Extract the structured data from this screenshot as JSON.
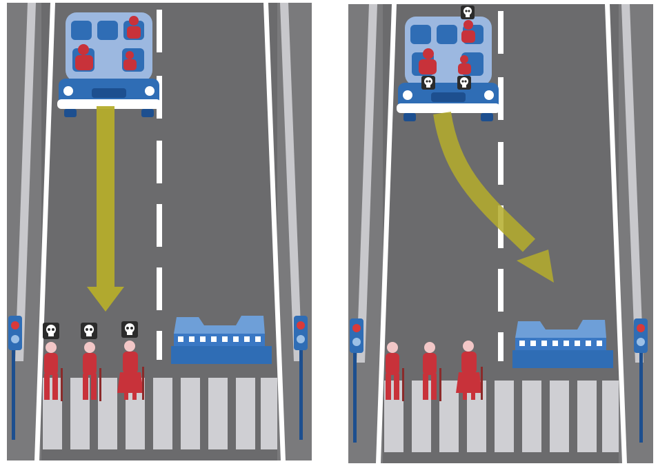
{
  "colors": {
    "road": "#6b6b6d",
    "road_edge": "#58585a",
    "lane_line": "#ffffff",
    "curb": "#8e8e90",
    "railing": "#c8c8cc",
    "crosswalk": "#cfcfd3",
    "vehicle_body": "#2f6db5",
    "vehicle_glass": "#9cb8e0",
    "vehicle_dark": "#1d4f8f",
    "passenger": "#c8323a",
    "pedestrian": "#c8323a",
    "barrier": "#3a78c4",
    "barrier_light": "#6e9fd8",
    "arrow": "#b5ad2c",
    "skull_bg": "#2b2b2b",
    "skull": "#ffffff",
    "signal_pole": "#1d4f8f",
    "signal_red": "#d83a3a",
    "signal_blue": "#9cc0e6"
  },
  "scenarios": [
    {
      "id": "stay-course",
      "arrow": "straight",
      "victims": "pedestrians",
      "passengers": 3,
      "pedestrians": 3
    },
    {
      "id": "swerve",
      "arrow": "swerve-right",
      "victims": "passengers",
      "passengers": 3,
      "pedestrians": 3
    }
  ],
  "icons": [
    "skull-icon",
    "pedestrian-icon",
    "passenger-icon",
    "traffic-signal-icon",
    "concrete-barrier",
    "autonomous-car"
  ]
}
